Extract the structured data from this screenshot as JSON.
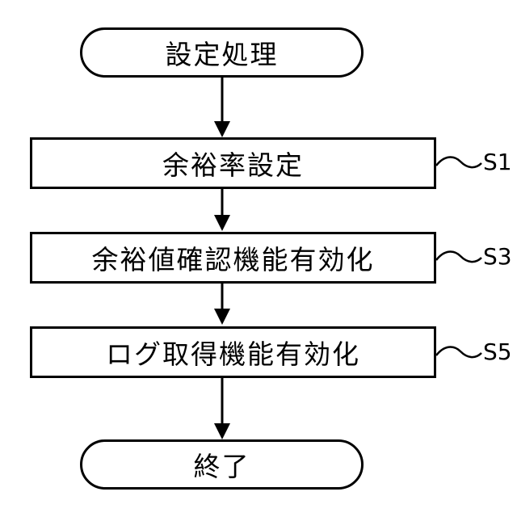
{
  "flowchart": {
    "start": {
      "label": "設定処理"
    },
    "steps": [
      {
        "label": "余裕率設定",
        "step_id": "S1"
      },
      {
        "label": "余裕値確認機能有効化",
        "step_id": "S3"
      },
      {
        "label": "ログ取得機能有効化",
        "step_id": "S5"
      }
    ],
    "end": {
      "label": "終了"
    }
  },
  "colors": {
    "line": "#000000",
    "fill": "#ffffff"
  }
}
